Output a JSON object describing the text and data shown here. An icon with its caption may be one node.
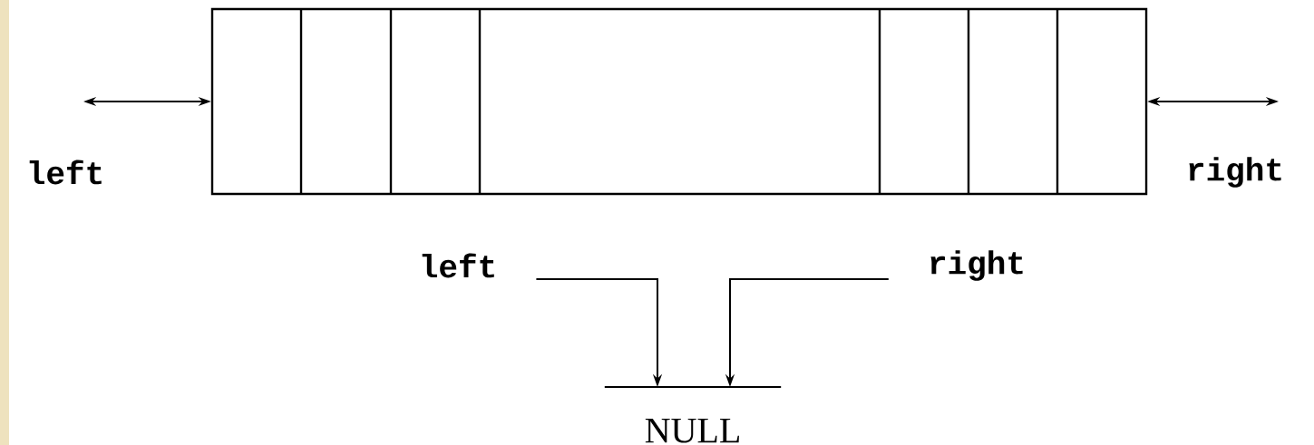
{
  "diagram": {
    "nodes": [
      {
        "text": [],
        "shape": "box"
      },
      {
        "text": [
          "left"
        ]
      },
      {
        "text": [
          "right"
        ]
      },
      {
        "text": [
          "NULL"
        ]
      }
    ],
    "edges": [
      {
        "from": null,
        "to": 0,
        "arrow": "both"
      },
      {
        "from": 0,
        "to": null,
        "arrow": "both"
      },
      {
        "from": 1,
        "to": 3,
        "arrow": "to"
      },
      {
        "from": 2,
        "to": 3,
        "arrow": "to"
      }
    ],
    "labels": [
      "left",
      "right"
    ]
  }
}
